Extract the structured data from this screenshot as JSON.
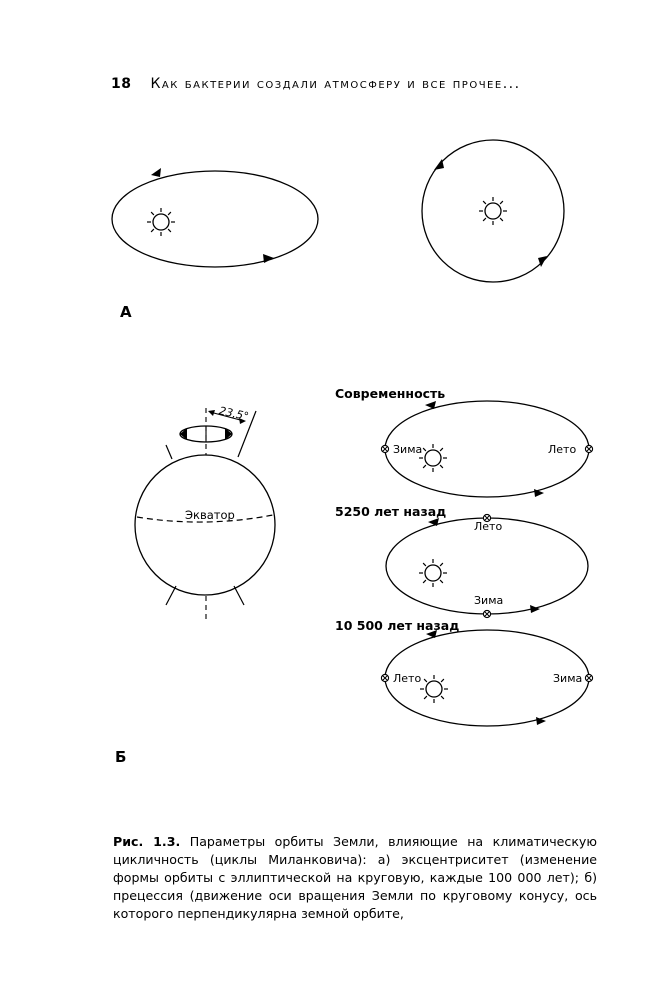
{
  "header": {
    "page_number": "18",
    "running_title": "Как бактерии создали атмосферу и все прочее..."
  },
  "panels": {
    "a": {
      "letter": "А"
    },
    "b": {
      "letter": "Б"
    }
  },
  "earth": {
    "tilt_label": "23,5°",
    "equator_label": "Экватор"
  },
  "orbits": [
    {
      "title": "Современность",
      "left_label": "Зима",
      "right_label": "Лето"
    },
    {
      "title": "5250 лет назад",
      "top_label": "Лето",
      "bottom_label": "Зима"
    },
    {
      "title": "10 500 лет назад",
      "left_label": "Лето",
      "right_label": "Зима"
    }
  ],
  "caption": {
    "lead": "Рис. 1.3.",
    "text": " Параметры орбиты Земли, влияющие на климатическую цикличность (циклы Миланковича): а) эксцентриситет (изменение формы орбиты с эллиптической на круговую, каждые 100 000 лет); б) прецессия (движение оси вращения Земли по круговому конусу, ось которого перпендикулярна земной орбите,"
  }
}
